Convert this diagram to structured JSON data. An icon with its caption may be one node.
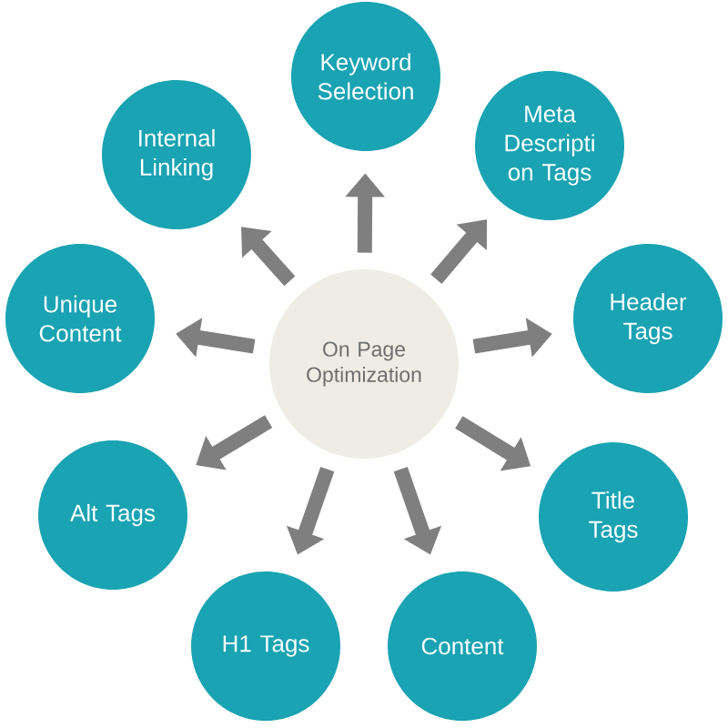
{
  "diagram": {
    "nodes": [
      {
        "text": [
          "On Page Optimization"
        ]
      },
      {
        "text": [
          "Keyword Selection"
        ]
      },
      {
        "text": [
          "Meta Descripti on Tags"
        ]
      },
      {
        "text": [
          "Header Tags"
        ]
      },
      {
        "text": [
          "Title Tags"
        ]
      },
      {
        "text": [
          "Content"
        ]
      },
      {
        "text": [
          "H1 Tags"
        ]
      },
      {
        "text": [
          "Alt Tags"
        ]
      },
      {
        "text": [
          "Unique Content"
        ]
      },
      {
        "text": [
          "Internal Linking"
        ]
      }
    ],
    "edges": [
      {
        "from": 0,
        "to": 1,
        "arrow": "to"
      },
      {
        "from": 0,
        "to": 2,
        "arrow": "to"
      },
      {
        "from": 0,
        "to": 3,
        "arrow": "to"
      },
      {
        "from": 0,
        "to": 4,
        "arrow": "to"
      },
      {
        "from": 0,
        "to": 5,
        "arrow": "to"
      },
      {
        "from": 0,
        "to": 6,
        "arrow": "to"
      },
      {
        "from": 0,
        "to": 7,
        "arrow": "to"
      },
      {
        "from": 0,
        "to": 8,
        "arrow": "to"
      },
      {
        "from": 0,
        "to": 9,
        "arrow": "to"
      }
    ]
  }
}
